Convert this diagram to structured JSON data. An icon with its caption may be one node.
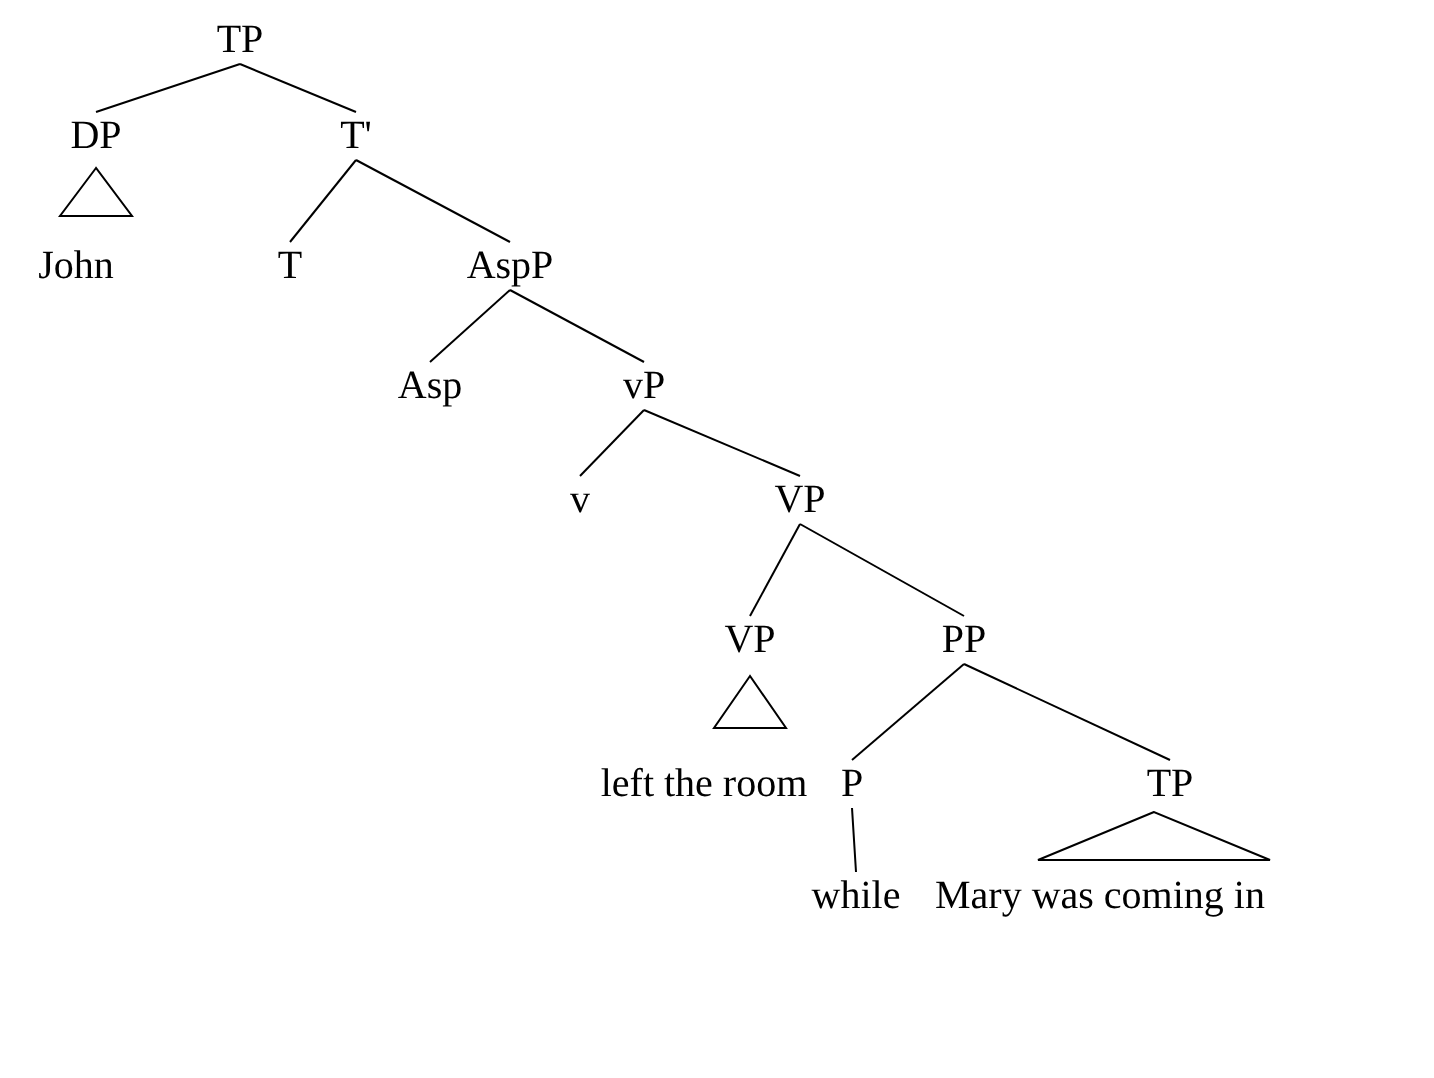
{
  "diagram": {
    "nodes": [
      {
        "text": [
          "TP"
        ]
      },
      {
        "text": [
          "DP"
        ]
      },
      {
        "text": [
          "T'"
        ]
      },
      {
        "text": [],
        "shape": "triangle"
      },
      {
        "text": [
          "John"
        ]
      },
      {
        "text": [
          "T"
        ]
      },
      {
        "text": [
          "AspP"
        ]
      },
      {
        "text": [
          "Asp"
        ]
      },
      {
        "text": [
          "vP"
        ]
      },
      {
        "text": [
          "v"
        ]
      },
      {
        "text": [
          "VP"
        ]
      },
      {
        "text": [
          "VP"
        ]
      },
      {
        "text": [
          "PP"
        ]
      },
      {
        "text": [],
        "shape": "triangle"
      },
      {
        "text": [
          "left the room"
        ]
      },
      {
        "text": [
          "P"
        ]
      },
      {
        "text": [
          "TP"
        ]
      },
      {
        "text": [],
        "shape": "triangle"
      },
      {
        "text": [
          "while"
        ]
      },
      {
        "text": [
          "Mary was coming in"
        ]
      }
    ],
    "edges": [
      {
        "from": 0,
        "to": 1,
        "arrow": "none"
      },
      {
        "from": 0,
        "to": 2,
        "arrow": "none"
      },
      {
        "from": 2,
        "to": 5,
        "arrow": "none"
      },
      {
        "from": 2,
        "to": 6,
        "arrow": "none"
      },
      {
        "from": 6,
        "to": 7,
        "arrow": "none"
      },
      {
        "from": 6,
        "to": 8,
        "arrow": "none"
      },
      {
        "from": 8,
        "to": 9,
        "arrow": "none"
      },
      {
        "from": 8,
        "to": 10,
        "arrow": "none"
      },
      {
        "from": 10,
        "to": 11,
        "arrow": "none"
      },
      {
        "from": 10,
        "to": 12,
        "arrow": "none"
      },
      {
        "from": 12,
        "to": 15,
        "arrow": "none"
      },
      {
        "from": 12,
        "to": 16,
        "arrow": "none"
      },
      {
        "from": 15,
        "to": 18,
        "arrow": "none"
      }
    ]
  }
}
